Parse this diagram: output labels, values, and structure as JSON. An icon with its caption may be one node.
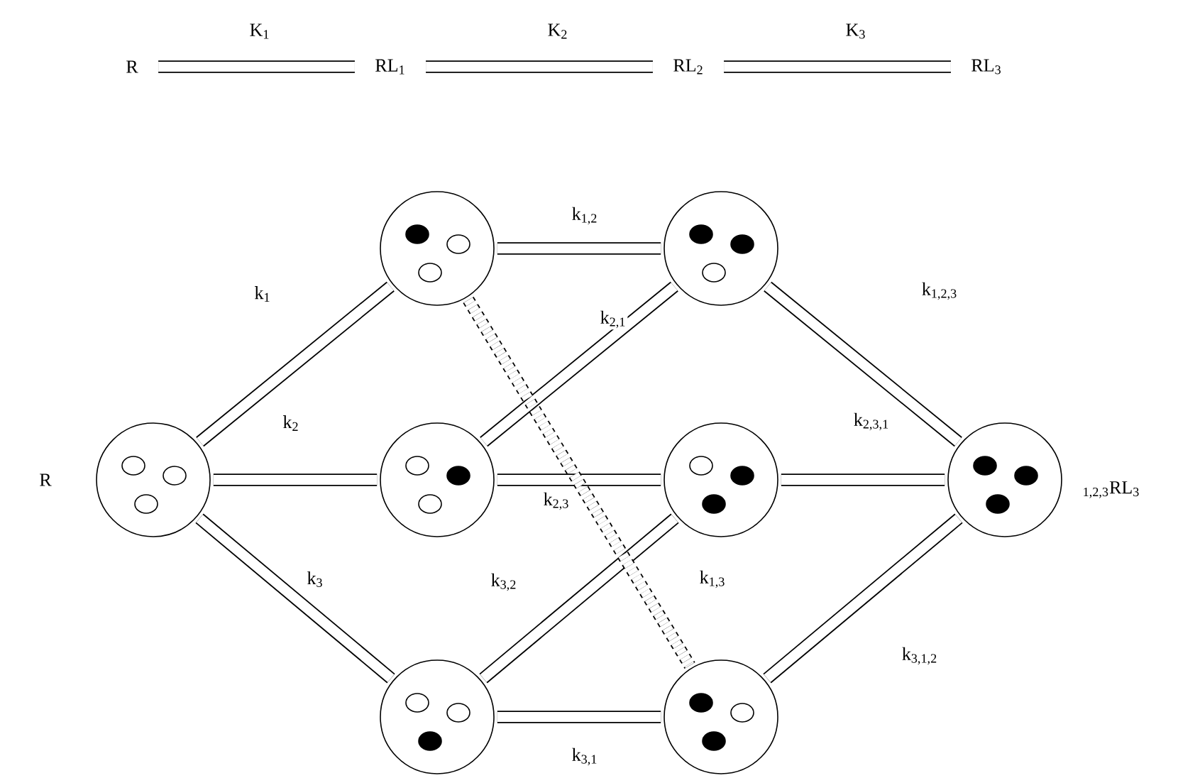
{
  "diagram": {
    "nodes": [
      {
        "text": [
          "R"
        ]
      },
      {
        "text": [
          "RL$_{1}$"
        ]
      },
      {
        "text": [
          "RL$_{2}$"
        ]
      },
      {
        "text": [
          "RL$_{3}$"
        ]
      },
      {
        "text": [],
        "shape": "circle"
      },
      {
        "text": [],
        "shape": "circle"
      },
      {
        "text": [],
        "shape": "circle",
        "beside": [
          "R"
        ]
      },
      {
        "text": [],
        "shape": "circle"
      },
      {
        "text": [],
        "shape": "circle"
      },
      {
        "text": [],
        "shape": "circle",
        "beside": [
          "$_{1,2,3}$RL$_{3}$"
        ]
      },
      {
        "text": [],
        "shape": "circle"
      },
      {
        "text": [],
        "shape": "circle"
      }
    ],
    "edges": [
      {
        "from": 0,
        "to": 1,
        "arrow": "none",
        "label": "K$_{1}$"
      },
      {
        "from": 1,
        "to": 2,
        "arrow": "none",
        "label": "K$_{2}$"
      },
      {
        "from": 2,
        "to": 3,
        "arrow": "none",
        "label": "K$_{3}$"
      },
      {
        "from": 6,
        "to": 4,
        "arrow": "none",
        "label": "k$_{1}$"
      },
      {
        "from": 6,
        "to": 7,
        "arrow": "none",
        "label": "k$_{2}$"
      },
      {
        "from": 6,
        "to": 10,
        "arrow": "none",
        "label": "k$_{3}$"
      },
      {
        "from": 4,
        "to": 5,
        "arrow": "none",
        "label": "k$_{1,2}$"
      },
      {
        "from": 7,
        "to": 5,
        "arrow": "none",
        "label": "k$_{2,1}$"
      },
      {
        "from": 7,
        "to": 8,
        "arrow": "none",
        "label": "k$_{2,3}$"
      },
      {
        "from": 10,
        "to": 8,
        "arrow": "none",
        "label": "k$_{3,2}$"
      },
      {
        "from": 10,
        "to": 11,
        "arrow": "none",
        "label": "k$_{3,1}$"
      },
      {
        "from": 5,
        "to": 9,
        "arrow": "none",
        "label": "k$_{1,2,3}$"
      },
      {
        "from": 8,
        "to": 9,
        "arrow": "none",
        "label": "k$_{2,3,1}$"
      },
      {
        "from": 11,
        "to": 9,
        "arrow": "none",
        "label": "k$_{3,1,2}$"
      },
      {
        "from": 4,
        "to": 11,
        "arrow": "none",
        "label": "k$_{1,3}$",
        "style": "dashed"
      }
    ]
  }
}
